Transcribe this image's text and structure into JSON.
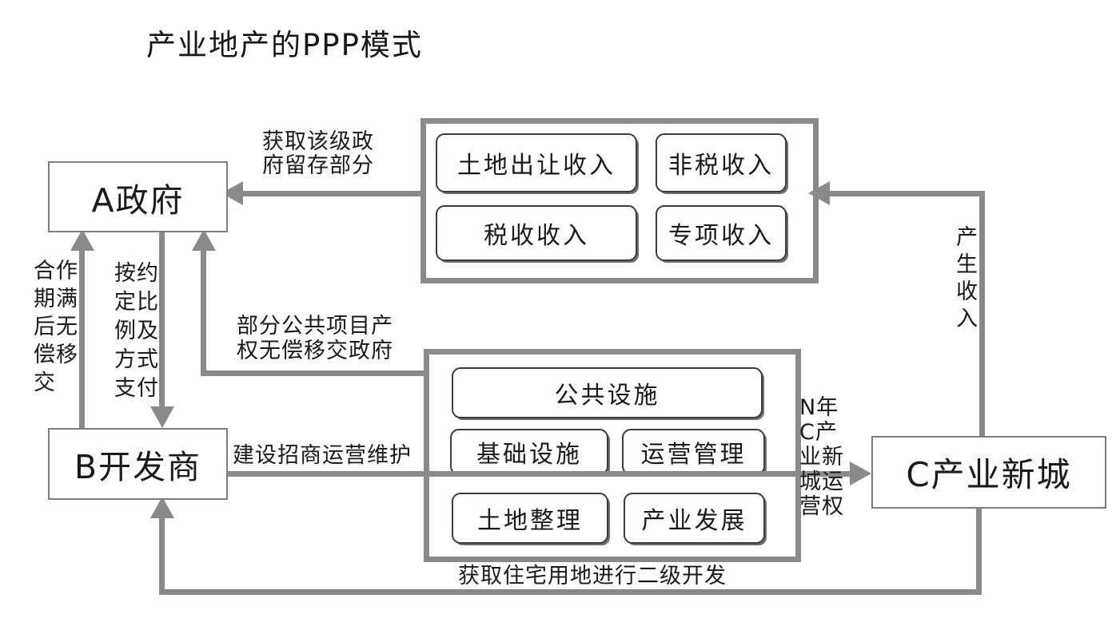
{
  "title": "产业地产的PPP模式",
  "nodes": {
    "government": "A政府",
    "developer": "B开发商",
    "new_city": "C产业新城"
  },
  "income_group": {
    "items": [
      "土地出让收入",
      "非税收入",
      "税收收入",
      "专项收入"
    ]
  },
  "work_group": {
    "items": [
      "公共设施",
      "基础设施",
      "运营管理",
      "土地整理",
      "产业发展"
    ]
  },
  "edge_labels": {
    "gov_retained": "获取该级政\n府留存部分",
    "coop_handover": "合作\n期满\n后无\n偿移\n交",
    "payment": "按约\n定比\n例及\n方式\n支付",
    "public_asset_transfer": "部分公共项目产\n权无偿移交政府",
    "build_operate": "建设招商运营维护",
    "n_year_rights": "N年\nC产\n业新\n城运\n营权",
    "generate_income": "产\n生\n收\n入",
    "secondary_dev": "获取住宅用地进行二级开发"
  },
  "colors": {
    "background": "#ffffff",
    "line": "#8a8a8a",
    "text": "#1a1a1a",
    "entity_border": "#7e7e7e",
    "pill_border": "#3c3c3c"
  }
}
